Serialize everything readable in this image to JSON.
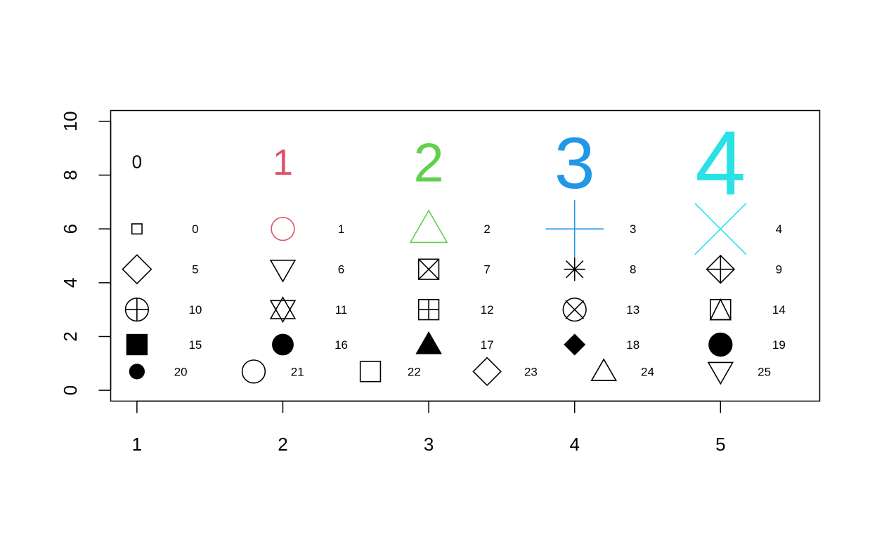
{
  "chart_data": {
    "type": "scatter",
    "title": "",
    "xlabel": "",
    "ylabel": "",
    "xlim": [
      0.82,
      5.68
    ],
    "ylim": [
      -0.4,
      10.4
    ],
    "x_ticks": [
      1,
      2,
      3,
      4,
      5
    ],
    "y_ticks": [
      0,
      2,
      4,
      6,
      8,
      10
    ],
    "grid": false,
    "legend": "none",
    "big_numbers": [
      {
        "x": 1,
        "y": 8.5,
        "text": "0",
        "cex": 1,
        "color": "#000000"
      },
      {
        "x": 2,
        "y": 8.5,
        "text": "1",
        "cex": 2,
        "color": "#DF536B"
      },
      {
        "x": 3,
        "y": 8.5,
        "text": "2",
        "cex": 3,
        "color": "#61D04F"
      },
      {
        "x": 4,
        "y": 8.5,
        "text": "3",
        "cex": 4,
        "color": "#2297E6"
      },
      {
        "x": 5,
        "y": 8.5,
        "text": "4",
        "cex": 5,
        "color": "#28E2E5"
      }
    ],
    "symbols": [
      {
        "pch": 0,
        "x": 1,
        "y": 6,
        "cex": 1,
        "color": "#000000",
        "label_x": 1.4,
        "label": "0"
      },
      {
        "pch": 1,
        "x": 2,
        "y": 6,
        "cex": 2,
        "color": "#DF536B",
        "label_x": 2.4,
        "label": "1"
      },
      {
        "pch": 2,
        "x": 3,
        "y": 6,
        "cex": 3,
        "color": "#61D04F",
        "label_x": 3.4,
        "label": "2"
      },
      {
        "pch": 3,
        "x": 4,
        "y": 6,
        "cex": 4,
        "color": "#2297E6",
        "label_x": 4.4,
        "label": "3"
      },
      {
        "pch": 4,
        "x": 5,
        "y": 6,
        "cex": 5,
        "color": "#28E2E5",
        "label_x": 5.4,
        "label": "4"
      },
      {
        "pch": 5,
        "x": 1,
        "y": 4.5,
        "cex": 2,
        "color": "#000000",
        "label_x": 1.4,
        "label": "5"
      },
      {
        "pch": 6,
        "x": 2,
        "y": 4.5,
        "cex": 2,
        "color": "#000000",
        "label_x": 2.4,
        "label": "6"
      },
      {
        "pch": 7,
        "x": 3,
        "y": 4.5,
        "cex": 2,
        "color": "#000000",
        "label_x": 3.4,
        "label": "7"
      },
      {
        "pch": 8,
        "x": 4,
        "y": 4.5,
        "cex": 2,
        "color": "#000000",
        "label_x": 4.4,
        "label": "8"
      },
      {
        "pch": 9,
        "x": 5,
        "y": 4.5,
        "cex": 2,
        "color": "#000000",
        "label_x": 5.4,
        "label": "9"
      },
      {
        "pch": 10,
        "x": 1,
        "y": 3,
        "cex": 2,
        "color": "#000000",
        "label_x": 1.4,
        "label": "10"
      },
      {
        "pch": 11,
        "x": 2,
        "y": 3,
        "cex": 2,
        "color": "#000000",
        "label_x": 2.4,
        "label": "11"
      },
      {
        "pch": 12,
        "x": 3,
        "y": 3,
        "cex": 2,
        "color": "#000000",
        "label_x": 3.4,
        "label": "12"
      },
      {
        "pch": 13,
        "x": 4,
        "y": 3,
        "cex": 2,
        "color": "#000000",
        "label_x": 4.4,
        "label": "13"
      },
      {
        "pch": 14,
        "x": 5,
        "y": 3,
        "cex": 2,
        "color": "#000000",
        "label_x": 5.4,
        "label": "14"
      },
      {
        "pch": 15,
        "x": 1,
        "y": 1.7,
        "cex": 2,
        "color": "#000000",
        "label_x": 1.4,
        "label": "15"
      },
      {
        "pch": 16,
        "x": 2,
        "y": 1.7,
        "cex": 2,
        "color": "#000000",
        "label_x": 2.4,
        "label": "16"
      },
      {
        "pch": 17,
        "x": 3,
        "y": 1.7,
        "cex": 2,
        "color": "#000000",
        "label_x": 3.4,
        "label": "17"
      },
      {
        "pch": 18,
        "x": 4,
        "y": 1.7,
        "cex": 2,
        "color": "#000000",
        "label_x": 4.4,
        "label": "18"
      },
      {
        "pch": 19,
        "x": 5,
        "y": 1.7,
        "cex": 2,
        "color": "#000000",
        "label_x": 5.4,
        "label": "19"
      },
      {
        "pch": 20,
        "x": 1,
        "y": 0.7,
        "cex": 2,
        "color": "#000000",
        "label_x": 1.3,
        "label": "20"
      },
      {
        "pch": 21,
        "x": 1.8,
        "y": 0.7,
        "cex": 2,
        "color": "#000000",
        "label_x": 2.1,
        "label": "21"
      },
      {
        "pch": 22,
        "x": 2.6,
        "y": 0.7,
        "cex": 2,
        "color": "#000000",
        "label_x": 2.9,
        "label": "22"
      },
      {
        "pch": 23,
        "x": 3.4,
        "y": 0.7,
        "cex": 2,
        "color": "#000000",
        "label_x": 3.7,
        "label": "23"
      },
      {
        "pch": 24,
        "x": 4.2,
        "y": 0.7,
        "cex": 2,
        "color": "#000000",
        "label_x": 4.5,
        "label": "24"
      },
      {
        "pch": 25,
        "x": 5.0,
        "y": 0.7,
        "cex": 2,
        "color": "#000000",
        "label_x": 5.3,
        "label": "25"
      }
    ]
  }
}
